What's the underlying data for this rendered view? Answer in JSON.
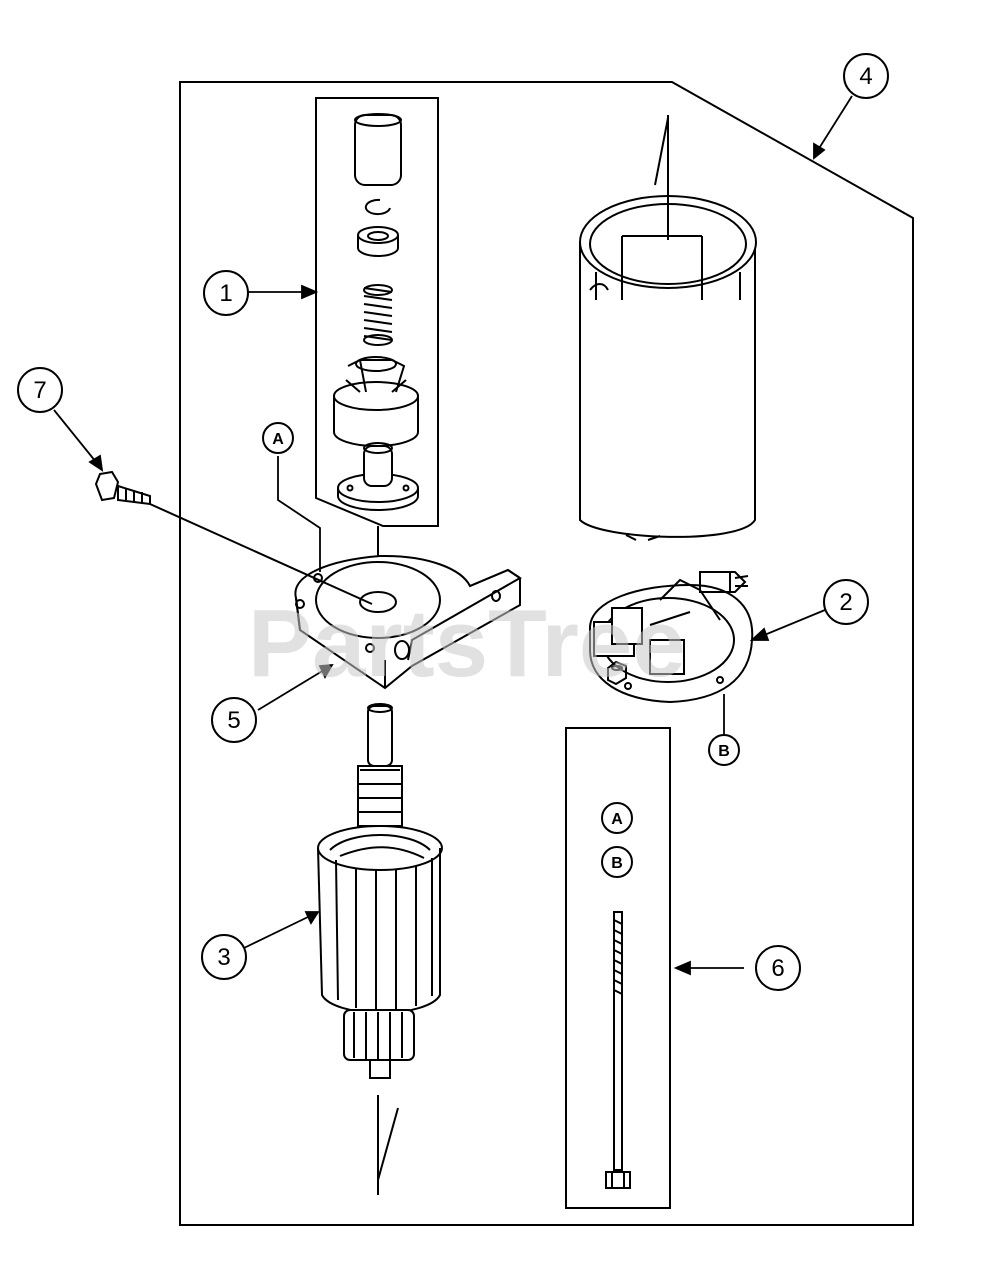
{
  "watermark": "PartsTree",
  "callouts": {
    "c1": "1",
    "c2": "2",
    "c3": "3",
    "c4": "4",
    "c5": "5",
    "c6": "6",
    "c7": "7"
  },
  "refs": {
    "a_bracket": "A",
    "b_endcap": "B",
    "a_kit": "A",
    "b_kit": "B"
  }
}
